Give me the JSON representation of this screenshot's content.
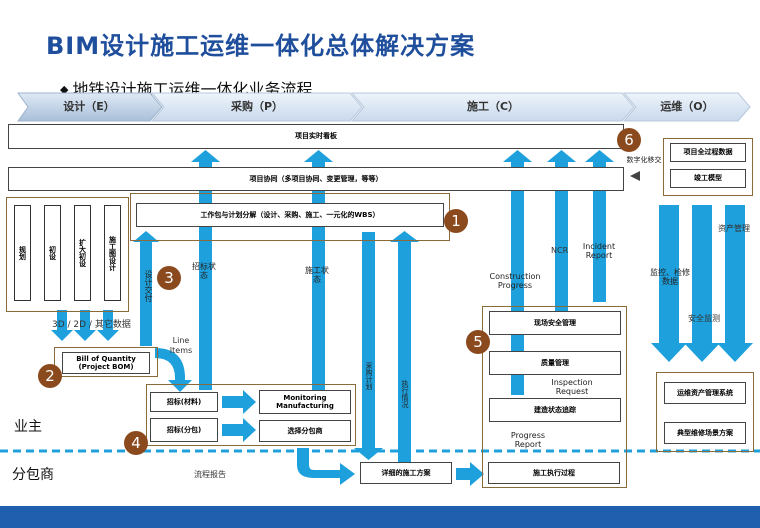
{
  "title": "BIM设计施工运维一体化总体解决方案",
  "subtitle": "地铁设计施工运维一体化业务流程",
  "phases": [
    "设计（E）",
    "采购（P）",
    "施工（C）",
    "运维（O）"
  ],
  "top_bars": {
    "dashboard": "项目实时看板",
    "collaboration": "项目协同（多项目协同、变更管理，等等）",
    "wbs": "工作包与计划分解（设计、采购、施工、一元化的WBS）"
  },
  "design_boxes": [
    "规划",
    "初设",
    "扩大初设",
    "施工图设计"
  ],
  "design_arrow_label": "3D / 2D / 其它数据",
  "boq": "Bill of Quantity (Project BOM)",
  "design_handover": "设计交付",
  "line_items": "Line Items",
  "bid_status": "招标状态",
  "bid_material": "招标(材料)",
  "bid_subcontract": "招标(分包)",
  "monitoring": "Monitoring Manufacturing",
  "select_subcontractor": "选择分包商",
  "construction_status": "施工状态",
  "procurement_plan": "采购计划",
  "execution_status": "执行情况",
  "detailed_plan": "详细的施工方案",
  "construction_process": "施工执行过程",
  "progress_report_flow": "流程报告",
  "construction_boxes": [
    "现场安全管理",
    "质量管理",
    "建造状态追踪"
  ],
  "construction_progress": "Construction Progress",
  "ncr": "NCR",
  "incident_report": "Incident Report",
  "inspection_request": "Inspection Request",
  "progress_report": "Progress Report",
  "digital_handover": "数字化移交",
  "om_boxes_top": [
    "项目全过程数据",
    "竣工模型"
  ],
  "om_boxes_bottom": [
    "运维资产管理系统",
    "典型维修场景方案"
  ],
  "asset_management": "资产管理",
  "monitor_inspect": "监控、检修数据",
  "safety_monitor": "安全监测",
  "owner_zone": "业主",
  "subcontractor_zone": "分包商",
  "circles": [
    "1",
    "2",
    "3",
    "4",
    "5",
    "6"
  ],
  "colors": {
    "title": "#1f4e9c",
    "arrow": "#1ea0dc",
    "circle": "#8b4a1e",
    "footer": "#1f5fae"
  }
}
